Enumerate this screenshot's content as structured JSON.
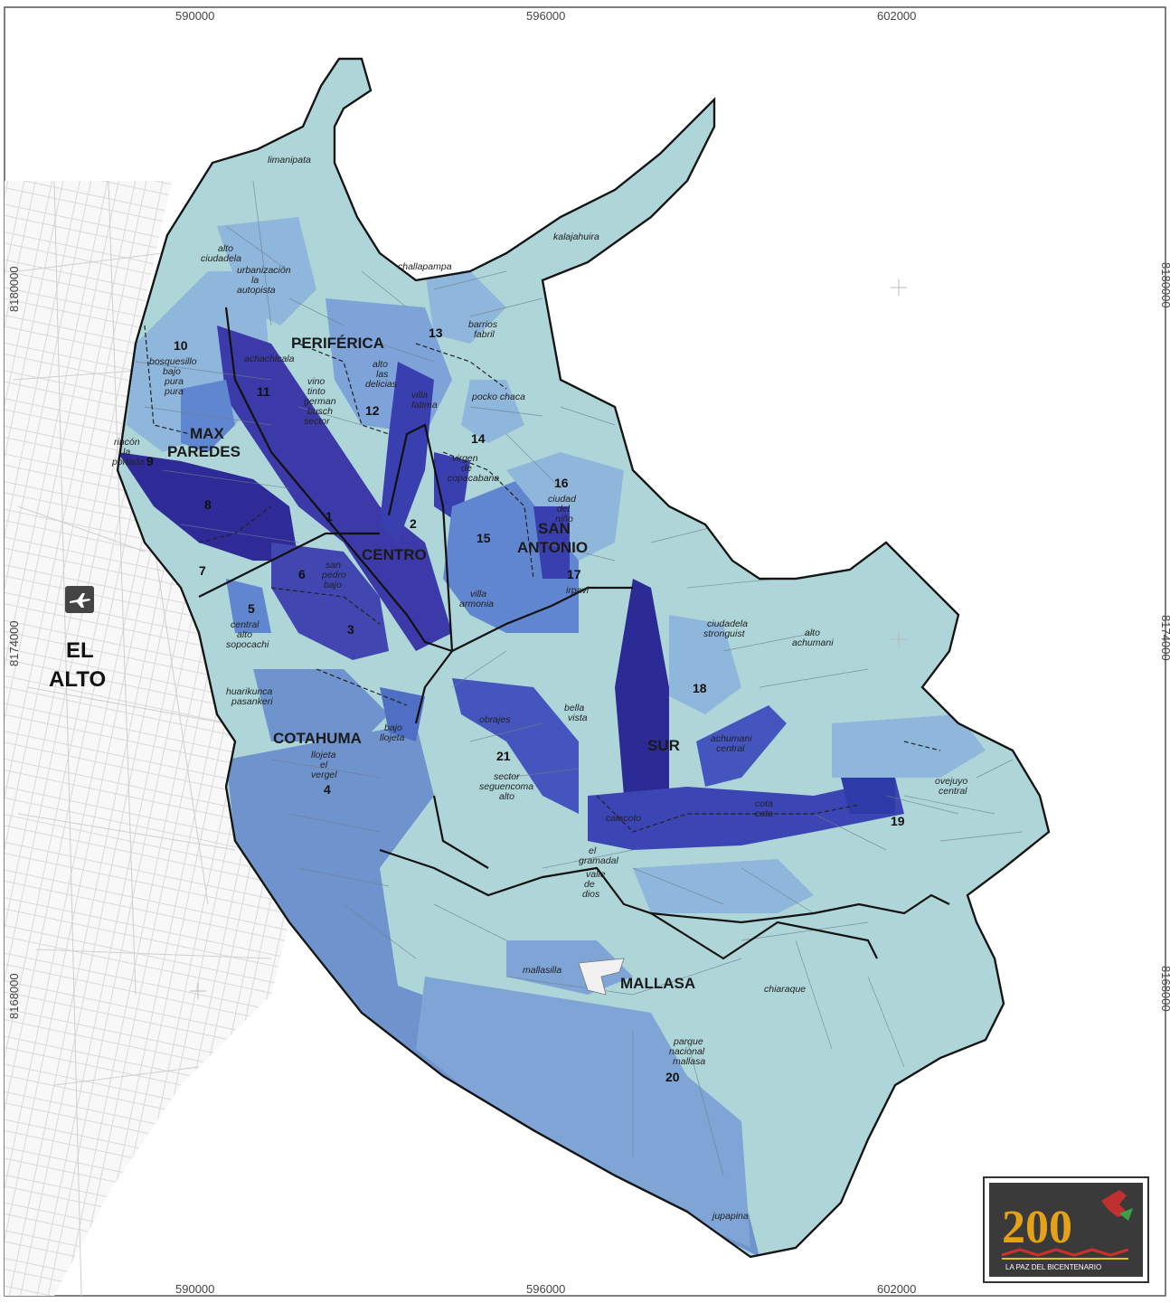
{
  "coordinates": {
    "top": [
      "590000",
      "596000",
      "602000"
    ],
    "bottom": [
      "590000",
      "596000",
      "602000"
    ],
    "left": [
      "8180000",
      "8174000",
      "8168000"
    ],
    "right": [
      "8180000",
      "8174000",
      "8168000"
    ]
  },
  "macrodistricts": {
    "max_paredes": [
      "MAX",
      "PAREDES"
    ],
    "periferica": "PERIFÉRICA",
    "centro": "CENTRO",
    "san_antonio": [
      "SAN",
      "ANTONIO"
    ],
    "cotahuma": "COTAHUMA",
    "sur": "SUR",
    "mallasa": "MALLASA"
  },
  "el_alto": [
    "EL",
    "ALTO"
  ],
  "districts": [
    "1",
    "2",
    "3",
    "4",
    "5",
    "6",
    "7",
    "8",
    "9",
    "10",
    "11",
    "12",
    "13",
    "14",
    "15",
    "16",
    "17",
    "18",
    "19",
    "20",
    "21"
  ],
  "places": {
    "limanipata": "limanipata",
    "kalajahuira": "kalajahuira",
    "alto_ciudadela": [
      "alto",
      "ciudadela"
    ],
    "urbanizacion": [
      "urbanización",
      "la",
      "autopista"
    ],
    "challapampa": "challapampa",
    "bosquesillo": [
      "bosquesillo",
      "bajo",
      "pura",
      "pura"
    ],
    "achachicala": "achachicala",
    "vino_tinto": [
      "vino",
      "tinto",
      "german",
      "busch",
      "sector"
    ],
    "alto_delicias": [
      "alto",
      "las",
      "delicias"
    ],
    "villa_fatima": [
      "villa",
      "fatima"
    ],
    "barrios_fabril": [
      "barrios",
      "fabril"
    ],
    "pocko_chaca": "pocko chaca",
    "virgen": [
      "virgen",
      "de",
      "copacabana"
    ],
    "ciudad_nino": [
      "ciudad",
      "del",
      "niño"
    ],
    "villa_armonia": [
      "villa",
      "armonia"
    ],
    "irpavi": "irpavi",
    "san_pedro": [
      "san",
      "pedro",
      "bajo"
    ],
    "rincon": [
      "rincón",
      "la",
      "portada"
    ],
    "central_alto": [
      "central",
      "alto",
      "sopocachi"
    ],
    "huarikunca": [
      "huarikunca",
      "pasankeri"
    ],
    "bajo_llojeta": [
      "bajo",
      "llojeta"
    ],
    "llojeta_vergel": [
      "llojeta",
      "el",
      "vergel"
    ],
    "ciudadela_stronguist": [
      "ciudadela",
      "stronguist"
    ],
    "alto_achumani": [
      "alto",
      "achumani"
    ],
    "obrajes": "obrajes",
    "bella_vista": [
      "bella",
      "vista"
    ],
    "achumani_central": [
      "achumani",
      "central"
    ],
    "ovejuyo": [
      "ovejuyo",
      "central"
    ],
    "calacoto": "calacoto",
    "cota_cota": [
      "cota",
      "cota"
    ],
    "seguencoma": [
      "sector",
      "seguencoma",
      "alto"
    ],
    "gramadal": [
      "el",
      "gramadal"
    ],
    "aranjuez": [
      "valle",
      "de",
      "dios"
    ],
    "mallasilla": "mallasilla",
    "chiaraque": "chiaraque",
    "parque_mallasa": [
      "parque",
      "nacional",
      "mallasa"
    ],
    "jupapina": "jupapina"
  },
  "logo": {
    "number": "200",
    "caption": "LA PAZ DEL BICENTENARIO"
  },
  "colors": {
    "pale": "#aed6d8",
    "light": "#8fb6db",
    "medium": "#5f86cf",
    "strong": "#4455bd",
    "dark": "#2e2b99",
    "south_slope": "#6f93cc"
  }
}
